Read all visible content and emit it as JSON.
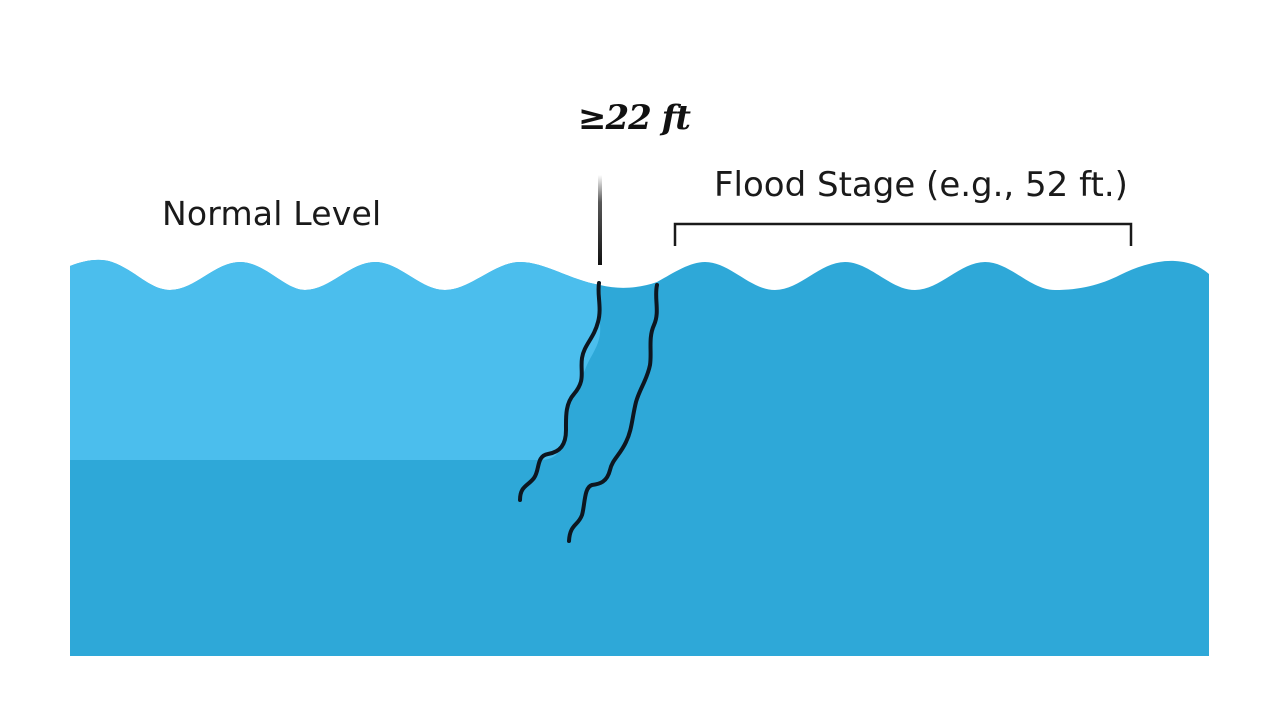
{
  "diagram": {
    "title": "Water level diagram",
    "labels": {
      "normal_level": "Normal Level",
      "flood_stage": "Flood Stage (e.g., 52 ft.)",
      "marker": "≥22 ft"
    },
    "colors": {
      "background": "#ffffff",
      "water_light": "#4bbeed",
      "water_dark": "#2ea8d8",
      "line": "#111111",
      "text": "#1a1a1a"
    },
    "elements": [
      {
        "name": "water-body",
        "description": "Wavy water surface spanning the width"
      },
      {
        "name": "normal-level-region",
        "description": "Lighter blue region on the left representing normal level"
      },
      {
        "name": "flood-stage-bracket",
        "description": "Bracket above the right half of water marking flood stage"
      },
      {
        "name": "marker-line",
        "description": "Vertical gauge line with threshold label"
      },
      {
        "name": "seepage-lines",
        "description": "Two wavy black lines descending into the water"
      }
    ]
  }
}
